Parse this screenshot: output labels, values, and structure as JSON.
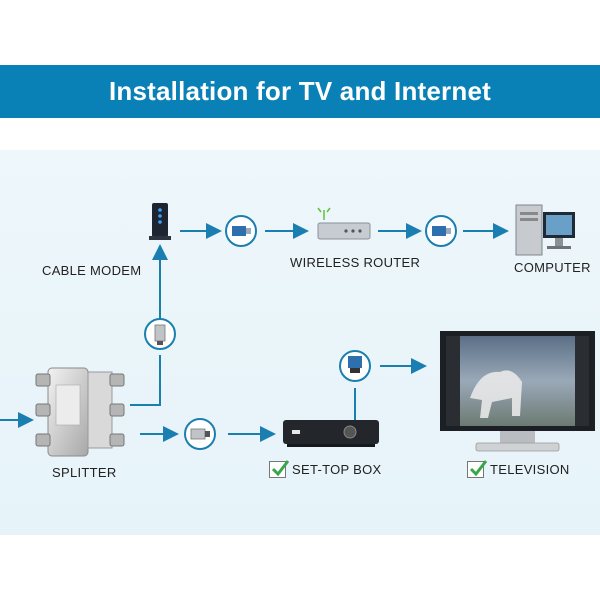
{
  "header": {
    "title": "Installation for TV and Internet"
  },
  "labels": {
    "cable_modem": "CABLE MODEM",
    "wireless_router": "WIRELESS ROUTER",
    "computer": "COMPUTER",
    "splitter": "SPLITTER",
    "set_top_box": "SET-TOP BOX",
    "television": "TELEVISION"
  },
  "colors": {
    "banner": "#0a81b6",
    "arrow": "#1a7fb0",
    "check": "#3aa64a"
  }
}
